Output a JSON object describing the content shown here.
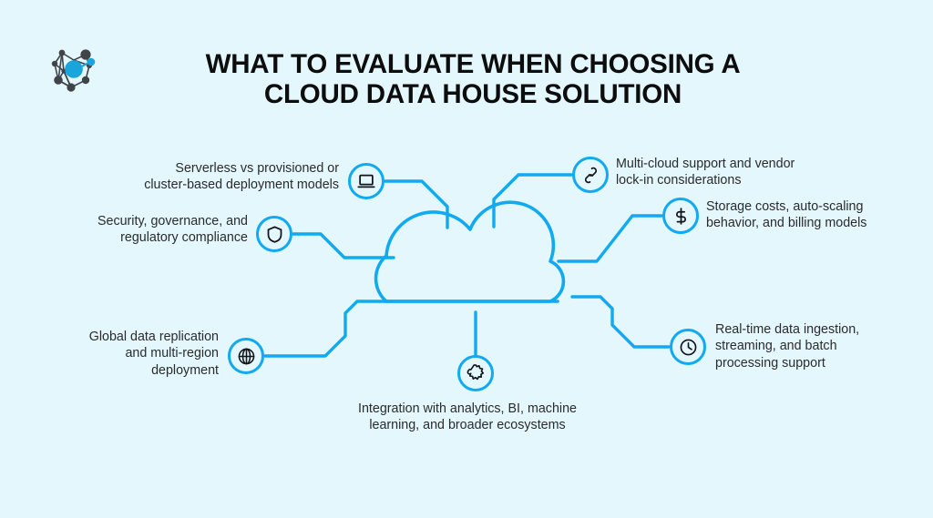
{
  "page": {
    "background_color": "#e3f7fd",
    "accent_color": "#11a9ef",
    "title_color": "#0d0d0d",
    "text_color": "#2b2b2b"
  },
  "header": {
    "title_line1": "WHAT TO EVALUATE WHEN CHOOSING A",
    "title_line2": "CLOUD DATA HOUSE SOLUTION",
    "logo_name": "network-nodes-logo"
  },
  "center": {
    "shape": "cloud",
    "icon_name": "cloud-shape"
  },
  "items": [
    {
      "id": "deployment-models",
      "icon": "laptop-icon",
      "side": "left",
      "text_line1": "Serverless vs provisioned or",
      "text_line2": "cluster-based deployment models"
    },
    {
      "id": "security-governance",
      "icon": "shield-icon",
      "side": "left",
      "text_line1": "Security, governance, and",
      "text_line2": "regulatory compliance"
    },
    {
      "id": "global-replication",
      "icon": "globe-icon",
      "side": "left",
      "text_line1": "Global data replication",
      "text_line2": "and multi-region",
      "text_line3": "deployment"
    },
    {
      "id": "integration-analytics",
      "icon": "puzzle-piece-icon",
      "side": "bottom",
      "text_line1": "Integration with analytics, BI, machine",
      "text_line2": "learning, and broader ecosystems"
    },
    {
      "id": "multi-cloud-support",
      "icon": "link-chain-icon",
      "side": "right",
      "text_line1": "Multi-cloud  support  and  vendor",
      "text_line2": "lock-in considerations"
    },
    {
      "id": "storage-costs",
      "icon": "dollar-sign-icon",
      "side": "right",
      "text_line1": "Storage costs, auto-scaling",
      "text_line2": "behavior, and billing models"
    },
    {
      "id": "real-time-ingestion",
      "icon": "clock-icon",
      "side": "right",
      "text_line1": "Real-time data ingestion,",
      "text_line2": "streaming, and batch",
      "text_line3": "processing support"
    }
  ]
}
